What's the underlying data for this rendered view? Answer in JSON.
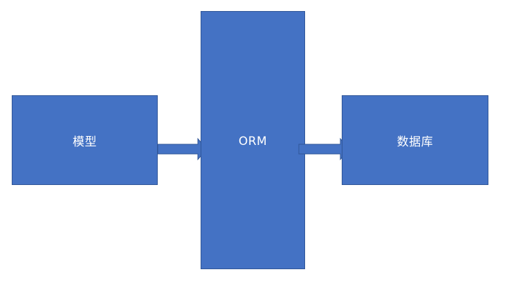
{
  "diagram": {
    "nodes": [
      {
        "id": "model",
        "label": "模型"
      },
      {
        "id": "orm",
        "label": "ORM"
      },
      {
        "id": "database",
        "label": "数据库"
      }
    ],
    "edges": [
      {
        "from": "model",
        "to": "orm"
      },
      {
        "from": "orm",
        "to": "database"
      }
    ],
    "colors": {
      "node_fill": "#4472c4",
      "node_border": "#2f5597",
      "text": "#ffffff",
      "background": "#ffffff"
    }
  }
}
